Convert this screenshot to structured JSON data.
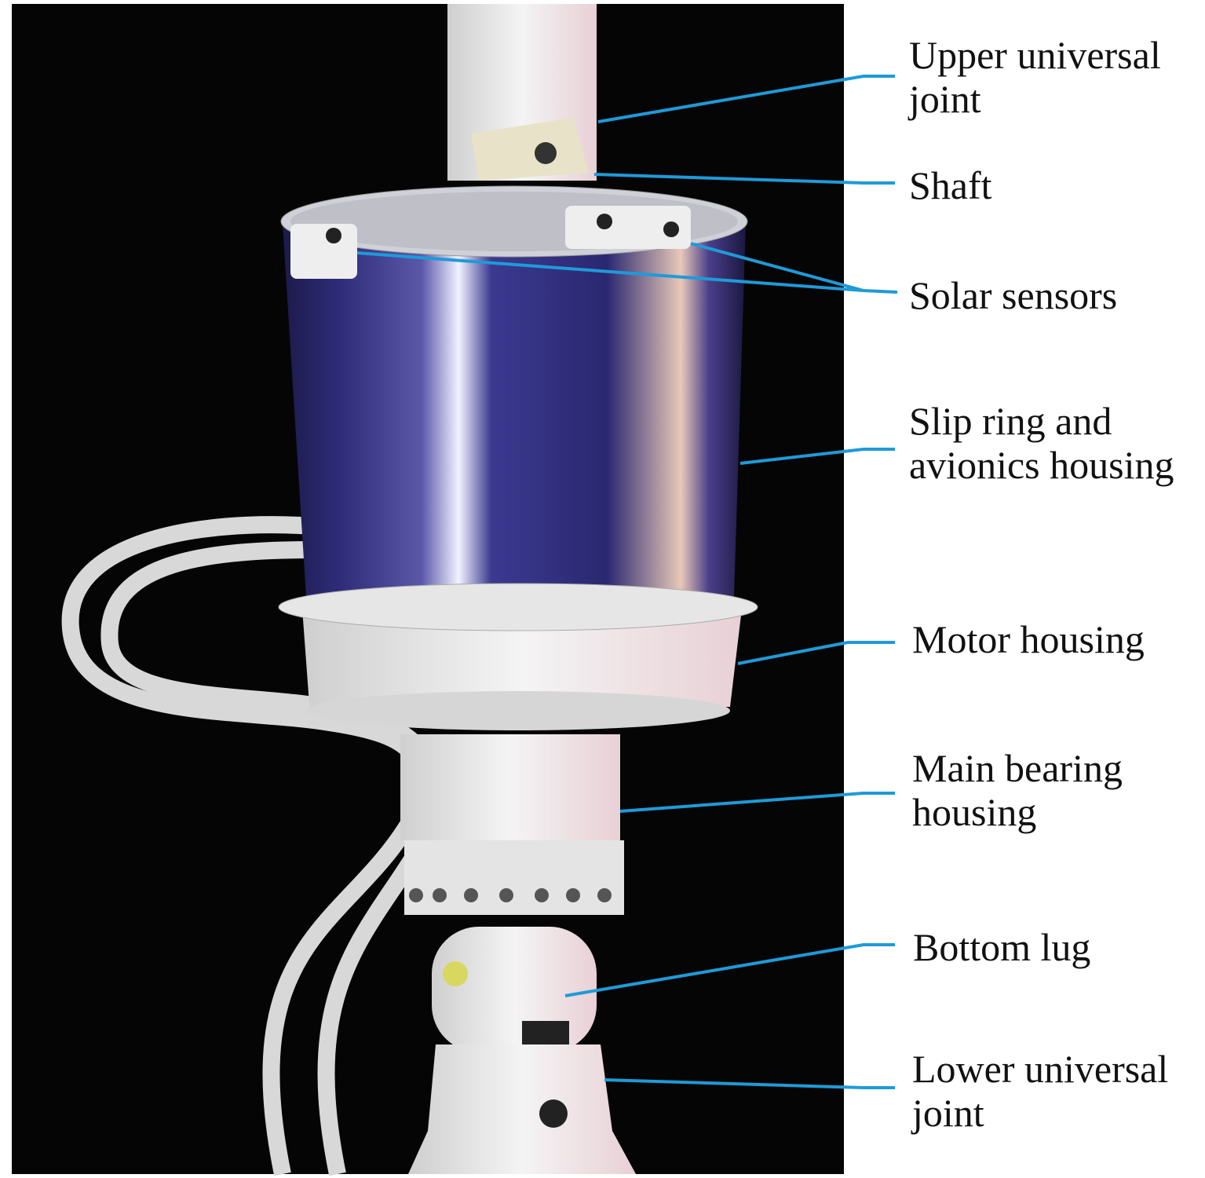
{
  "colors": {
    "leader_line": "#1f9ad8",
    "background": "#050505"
  },
  "labels": {
    "upper_universal_joint": [
      "Upper universal",
      "joint"
    ],
    "shaft": "Shaft",
    "solar_sensors": "Solar sensors",
    "slip_ring": [
      "Slip ring and",
      "avionics housing"
    ],
    "motor_housing": "Motor housing",
    "main_bearing": [
      "Main bearing",
      "housing"
    ],
    "bottom_lug": "Bottom lug",
    "lower_universal_joint": [
      "Lower universal",
      "joint"
    ]
  }
}
